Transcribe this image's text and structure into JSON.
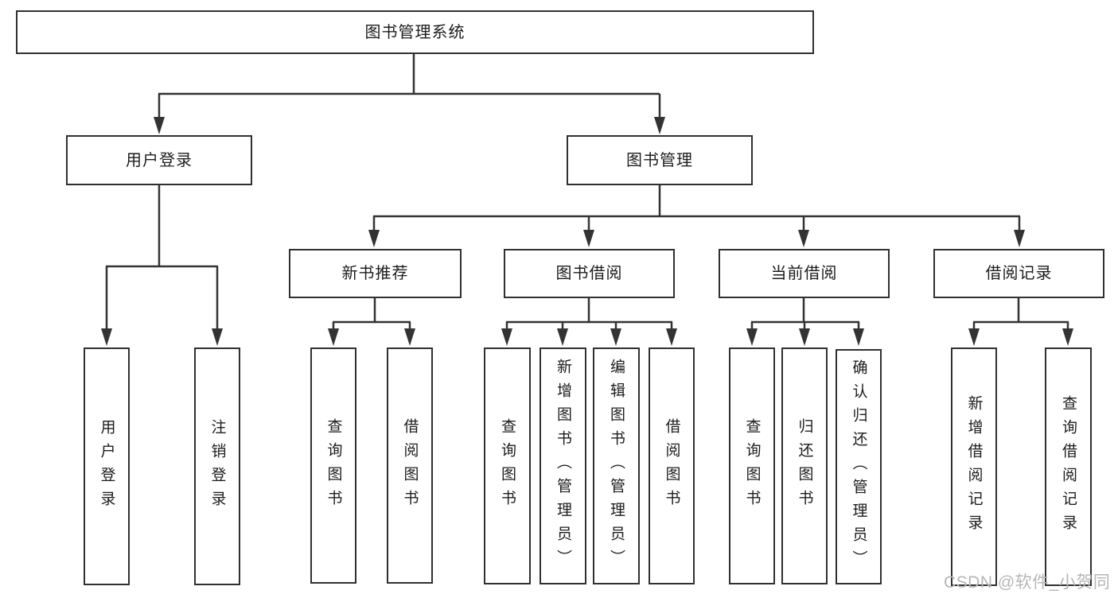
{
  "root": {
    "label": "图书管理系统"
  },
  "user_login_branch": {
    "label": "用户登录",
    "children": [
      {
        "label": "用户登录"
      },
      {
        "label": "注销登录"
      }
    ]
  },
  "book_mgmt_branch": {
    "label": "图书管理",
    "sections": [
      {
        "label": "新书推荐",
        "children": [
          {
            "label": "查询图书"
          },
          {
            "label": "借阅图书"
          }
        ]
      },
      {
        "label": "图书借阅",
        "children": [
          {
            "label": "查询图书"
          },
          {
            "label": "新增图书（管理员）"
          },
          {
            "label": "编辑图书（管理员）"
          },
          {
            "label": "借阅图书"
          }
        ]
      },
      {
        "label": "当前借阅",
        "children": [
          {
            "label": "查询图书"
          },
          {
            "label": "归还图书"
          },
          {
            "label": "确认归还（管理员）"
          }
        ]
      },
      {
        "label": "借阅记录",
        "children": [
          {
            "label": "新增借阅记录"
          },
          {
            "label": "查询借阅记录"
          }
        ]
      }
    ]
  },
  "watermark": {
    "text": "CSDN @软件_小贺同学"
  },
  "colors": {
    "line": "#333333",
    "box_border": "#303030",
    "text": "#1c1c1c",
    "watermark": "#b6b6b6",
    "background": "#ffffff"
  }
}
